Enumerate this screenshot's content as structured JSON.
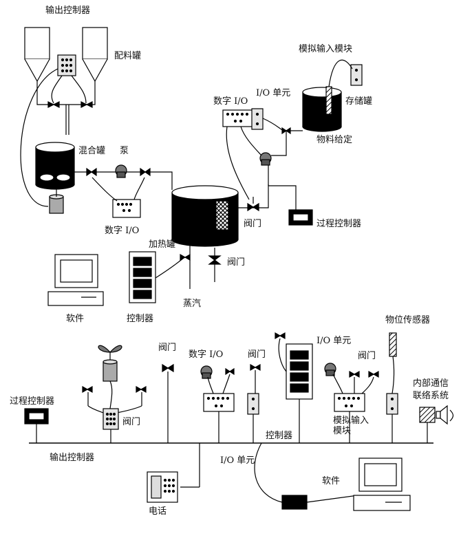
{
  "labels": {
    "output_controller_top": "输出控制器",
    "batching_tank": "配料罐",
    "analog_input_module_top": "模拟输入模块",
    "io_unit_top": "I/O 单元",
    "digital_io_top": "数字 I/O",
    "storage_tank": "存储罐",
    "mixing_tank": "混合罐",
    "pump": "泵",
    "material_feed": "物料给定",
    "digital_io_mid": "数字 I/O",
    "valve_mid": "阀门",
    "process_controller_mid": "过程控制器",
    "heating_tank": "加热罐",
    "valve_mid2": "阀门",
    "software_top": "软件",
    "controller_mid": "控制器",
    "steam": "蒸汽",
    "level_sensor": "物位传感器",
    "io_unit_bottom": "I/O 单元",
    "valve_b1": "阀门",
    "digital_io_bottom": "数字 I/O",
    "valve_b2": "阀门",
    "valve_b3": "阀门",
    "internal_comm_1": "内部通信",
    "internal_comm_2": "联络系统",
    "process_controller_bottom": "过程控制器",
    "valve_b4": "阀门",
    "controller_bottom": "控制器",
    "analog_input_module_bottom": "模拟输入模块",
    "output_controller_bottom": "输出控制器",
    "io_unit_bus": "I/O 单元",
    "software_bottom": "软件",
    "telephone": "电话"
  },
  "colors": {
    "ink": "#000000",
    "panel": "#e6e6e6",
    "paper": "#ffffff",
    "hatch": "#555555"
  }
}
